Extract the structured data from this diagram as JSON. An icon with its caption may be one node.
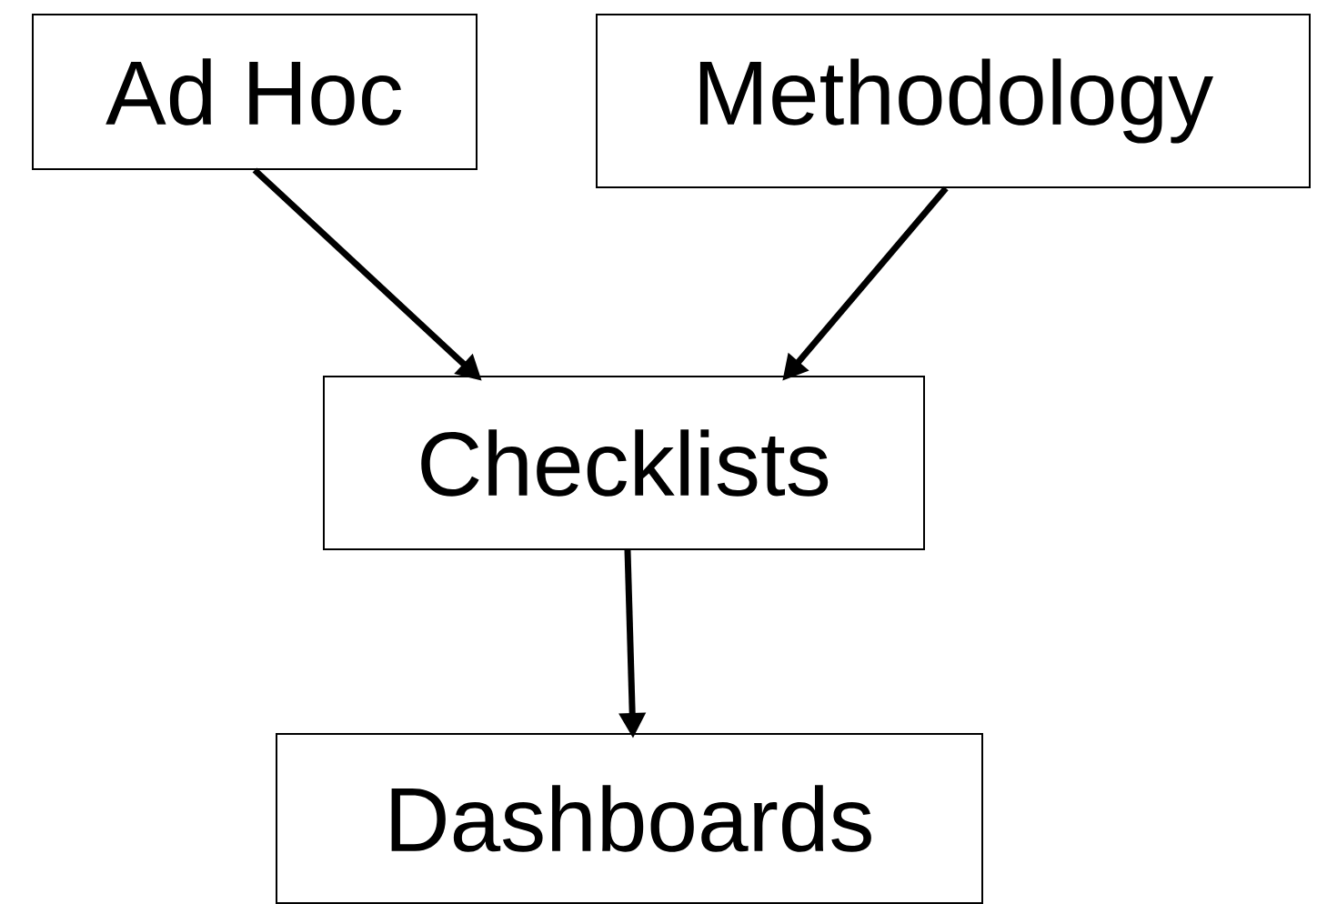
{
  "diagram": {
    "nodes": [
      {
        "text": [
          "Ad Hoc"
        ]
      },
      {
        "text": [
          "Methodology"
        ]
      },
      {
        "text": [
          "Checklists"
        ]
      },
      {
        "text": [
          "Dashboards"
        ]
      }
    ],
    "edges": [
      {
        "from": 0,
        "to": 2,
        "arrow": "to"
      },
      {
        "from": 1,
        "to": 2,
        "arrow": "to"
      },
      {
        "from": 2,
        "to": 3,
        "arrow": "to"
      }
    ]
  }
}
